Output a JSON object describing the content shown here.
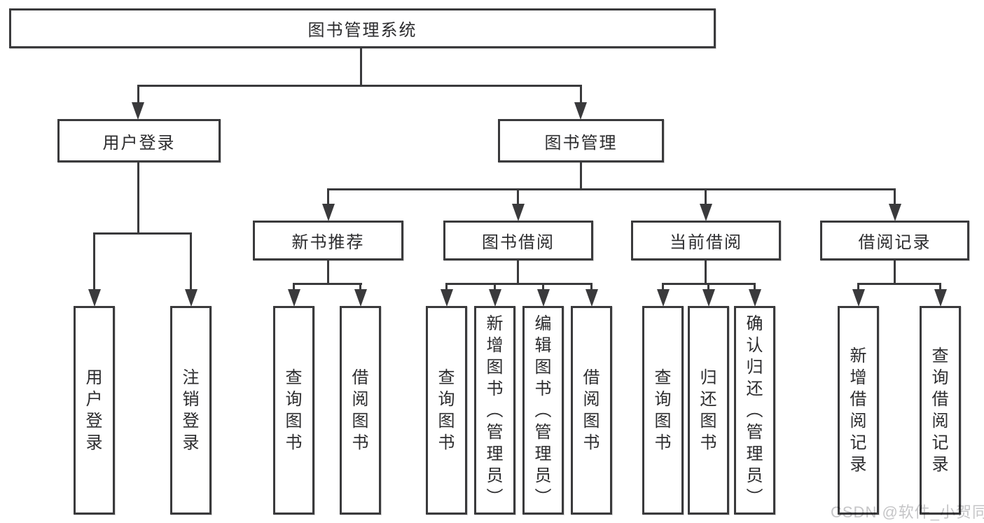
{
  "tree": {
    "label": "图书管理系统",
    "children": [
      {
        "label": "用户登录",
        "children": [
          {
            "label": "用户登录"
          },
          {
            "label": "注销登录"
          }
        ]
      },
      {
        "label": "图书管理",
        "children": [
          {
            "label": "新书推荐",
            "children": [
              {
                "label": "查询图书"
              },
              {
                "label": "借阅图书"
              }
            ]
          },
          {
            "label": "图书借阅",
            "children": [
              {
                "label": "查询图书"
              },
              {
                "label": "新增图书（管理员）"
              },
              {
                "label": "编辑图书（管理员）"
              },
              {
                "label": "借阅图书"
              }
            ]
          },
          {
            "label": "当前借阅",
            "children": [
              {
                "label": "查询图书"
              },
              {
                "label": "归还图书"
              },
              {
                "label": "确认归还（管理员）"
              }
            ]
          },
          {
            "label": "借阅记录",
            "children": [
              {
                "label": "新增借阅记录"
              },
              {
                "label": "查询借阅记录"
              }
            ]
          }
        ]
      }
    ]
  },
  "watermark": "CSDN @软件_小贺同学",
  "colors": {
    "line": "#3a3a3c",
    "text": "#2c2c2e",
    "watermark": "#c5c5c7",
    "background": "#ffffff"
  }
}
